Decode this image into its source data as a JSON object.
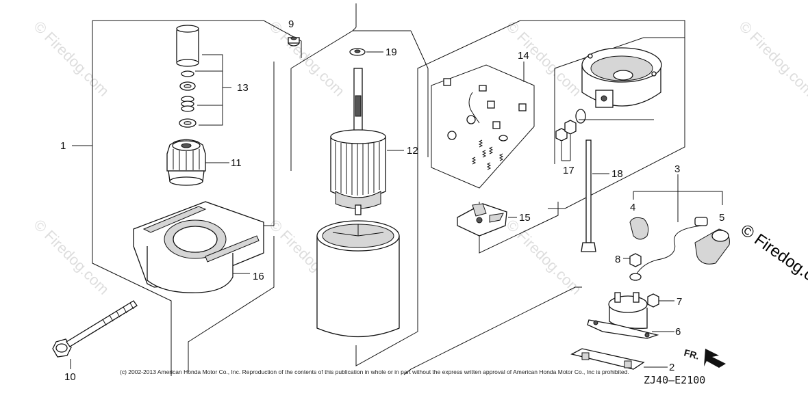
{
  "watermark": "© Firedog.com",
  "watermark_edge": "© Firedog.c",
  "copyright_notice": "(c) 2002-2013 American Honda Motor Co., Inc. Reproduction of the contents of this publication in whole or in part without the express written approval of American Honda Motor Co., Inc is prohibited.",
  "diagram_code": "ZJ40—E2100",
  "front_arrow_label": "FR.",
  "callouts": [
    "1",
    "2",
    "3",
    "4",
    "5",
    "6",
    "7",
    "8",
    "9",
    "10",
    "11",
    "12",
    "13",
    "14",
    "15",
    "16",
    "17",
    "18",
    "19"
  ]
}
